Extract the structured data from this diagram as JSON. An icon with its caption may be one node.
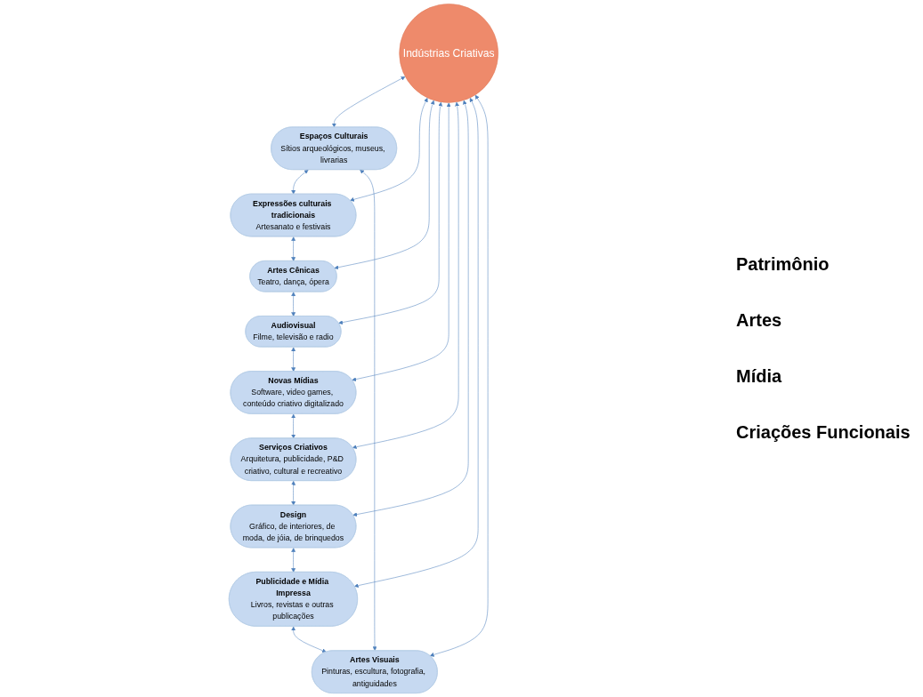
{
  "diagram": {
    "nodes": [
      {
        "text": [
          "Indústrias Criativas"
        ]
      },
      {
        "text": [
          "Espaços Culturais",
          "Sítios arqueológicos, museus, livrarias"
        ]
      },
      {
        "text": [
          "Expressões culturais tradicionais",
          "Artesanato e festivais"
        ]
      },
      {
        "text": [
          "Artes Cênicas",
          "Teatro, dança, ópera"
        ]
      },
      {
        "text": [
          "Audiovisual",
          "Filme, televisão e radio"
        ]
      },
      {
        "text": [
          "Novas Mídias",
          "Software, video games, conteúdo criativo digitalizado"
        ]
      },
      {
        "text": [
          "Serviços Criativos",
          "Arquitetura, publicidade, P&D criativo, cultural e recreativo"
        ]
      },
      {
        "text": [
          "Design",
          "Gráfico, de interiores, de moda, de jóia, de brinquedos"
        ]
      },
      {
        "text": [
          "Publicidade e Mídia Impressa",
          "Livros, revistas e outras publicações"
        ]
      },
      {
        "text": [
          "Artes Visuais",
          "Pinturas, escultura, fotografia, antiguidades"
        ]
      }
    ],
    "edges": [
      {
        "from": 1,
        "to": 2,
        "arrow": "both"
      },
      {
        "from": 2,
        "to": 3,
        "arrow": "both"
      },
      {
        "from": 3,
        "to": 4,
        "arrow": "both"
      },
      {
        "from": 4,
        "to": 5,
        "arrow": "both"
      },
      {
        "from": 5,
        "to": 6,
        "arrow": "both"
      },
      {
        "from": 6,
        "to": 7,
        "arrow": "both"
      },
      {
        "from": 7,
        "to": 8,
        "arrow": "both"
      },
      {
        "from": 8,
        "to": 9,
        "arrow": "both"
      },
      {
        "from": 9,
        "to": 1,
        "arrow": "both"
      },
      {
        "from": 0,
        "to": 1,
        "arrow": "both"
      },
      {
        "from": 0,
        "to": 2,
        "arrow": "both"
      },
      {
        "from": 0,
        "to": 3,
        "arrow": "both"
      },
      {
        "from": 0,
        "to": 4,
        "arrow": "both"
      },
      {
        "from": 0,
        "to": 5,
        "arrow": "both"
      },
      {
        "from": 0,
        "to": 6,
        "arrow": "both"
      },
      {
        "from": 0,
        "to": 7,
        "arrow": "both"
      },
      {
        "from": 0,
        "to": 8,
        "arrow": "both"
      },
      {
        "from": 0,
        "to": 9,
        "arrow": "both"
      }
    ],
    "labels": [
      "Patrimônio",
      "Artes",
      "Mídia",
      "Criações Funcionais"
    ]
  }
}
